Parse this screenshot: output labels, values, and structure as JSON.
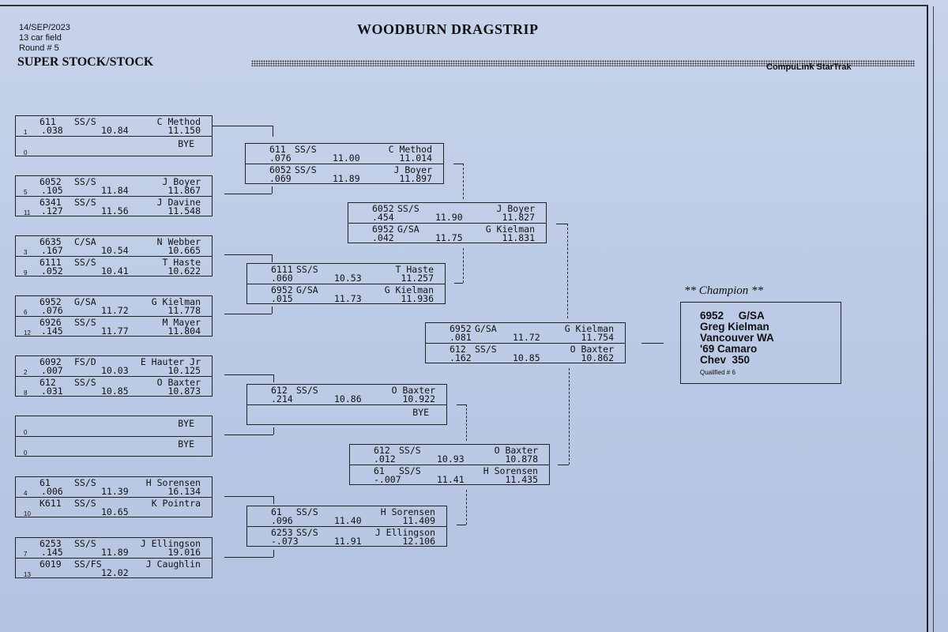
{
  "header": {
    "date": "14/SEP/2023",
    "field": "13 car field",
    "round": "Round # 5",
    "track": "WOODBURN DRAGSTRIP",
    "class_title": "SUPER STOCK/STOCK",
    "vendor": "CompuLink StarTrak"
  },
  "round1": [
    {
      "bye": false,
      "seed": "1",
      "num": "611",
      "cls": "SS/S",
      "driver": "C Method",
      "rt": ".038",
      "et": "10.84",
      "speed": "11.150"
    },
    {
      "bye": true,
      "seed": "0",
      "label": "BYE"
    },
    {
      "bye": false,
      "seed": "5",
      "num": "6052",
      "cls": "SS/S",
      "driver": "J Boyer",
      "rt": ".105",
      "et": "11.84",
      "speed": "11.867"
    },
    {
      "bye": false,
      "seed": "11",
      "num": "6341",
      "cls": "SS/S",
      "driver": "J Davine",
      "rt": ".127",
      "et": "11.56",
      "speed": "11.548"
    },
    {
      "bye": false,
      "seed": "3",
      "num": "6635",
      "cls": "C/SA",
      "driver": "N Webber",
      "rt": ".167",
      "et": "10.54",
      "speed": "10.665"
    },
    {
      "bye": false,
      "seed": "9",
      "num": "6111",
      "cls": "SS/S",
      "driver": "T Haste",
      "rt": ".052",
      "et": "10.41",
      "speed": "10.622"
    },
    {
      "bye": false,
      "seed": "6",
      "num": "6952",
      "cls": "G/SA",
      "driver": "G Kielman",
      "rt": ".076",
      "et": "11.72",
      "speed": "11.778"
    },
    {
      "bye": false,
      "seed": "12",
      "num": "6926",
      "cls": "SS/S",
      "driver": "M Mayer",
      "rt": ".145",
      "et": "11.77",
      "speed": "11.804"
    },
    {
      "bye": false,
      "seed": "2",
      "num": "6092",
      "cls": "FS/D",
      "driver": "E Hauter Jr",
      "rt": ".007",
      "et": "10.03",
      "speed": "10.125"
    },
    {
      "bye": false,
      "seed": "8",
      "num": "612",
      "cls": "SS/S",
      "driver": "O Baxter",
      "rt": ".031",
      "et": "10.85",
      "speed": "10.873"
    },
    {
      "bye": true,
      "seed": "0",
      "label": "BYE"
    },
    {
      "bye": true,
      "seed": "0",
      "label": "BYE"
    },
    {
      "bye": false,
      "seed": "4",
      "num": "61",
      "cls": "SS/S",
      "driver": "H Sorensen",
      "rt": ".006",
      "et": "11.39",
      "speed": "16.134"
    },
    {
      "bye": false,
      "seed": "10",
      "num": "K611",
      "cls": "SS/S",
      "driver": "K Pointra",
      "rt": "",
      "et": "10.65",
      "speed": ""
    },
    {
      "bye": false,
      "seed": "7",
      "num": "6253",
      "cls": "SS/S",
      "driver": "J Ellingson",
      "rt": ".145",
      "et": "11.89",
      "speed": "19.016"
    },
    {
      "bye": false,
      "seed": "13",
      "num": "6019",
      "cls": "SS/FS",
      "driver": "J Caughlin",
      "rt": "",
      "et": "12.02",
      "speed": ""
    }
  ],
  "round2": [
    {
      "bye": false,
      "num": "611",
      "cls": "SS/S",
      "driver": "C Method",
      "rt": ".076",
      "et": "11.00",
      "speed": "11.014"
    },
    {
      "bye": false,
      "num": "6052",
      "cls": "SS/S",
      "driver": "J Boyer",
      "rt": ".069",
      "et": "11.89",
      "speed": "11.897"
    },
    {
      "bye": false,
      "num": "6111",
      "cls": "SS/S",
      "driver": "T Haste",
      "rt": ".060",
      "et": "10.53",
      "speed": "11.257"
    },
    {
      "bye": false,
      "num": "6952",
      "cls": "G/SA",
      "driver": "G Kielman",
      "rt": ".015",
      "et": "11.73",
      "speed": "11.936"
    },
    {
      "bye": false,
      "num": "612",
      "cls": "SS/S",
      "driver": "O Baxter",
      "rt": ".214",
      "et": "10.86",
      "speed": "10.922"
    },
    {
      "bye": true,
      "label": "BYE"
    },
    {
      "bye": false,
      "num": "61",
      "cls": "SS/S",
      "driver": "H Sorensen",
      "rt": ".096",
      "et": "11.40",
      "speed": "11.409"
    },
    {
      "bye": false,
      "num": "6253",
      "cls": "SS/S",
      "driver": "J Ellingson",
      "rt": "-.073",
      "et": "11.91",
      "speed": "12.106"
    }
  ],
  "round3": [
    {
      "bye": false,
      "num": "6052",
      "cls": "SS/S",
      "driver": "J Boyer",
      "rt": ".454",
      "et": "11.90",
      "speed": "11.827"
    },
    {
      "bye": false,
      "num": "6952",
      "cls": "G/SA",
      "driver": "G Kielman",
      "rt": ".042",
      "et": "11.75",
      "speed": "11.831"
    },
    {
      "bye": false,
      "num": "612",
      "cls": "SS/S",
      "driver": "O Baxter",
      "rt": ".012",
      "et": "10.93",
      "speed": "10.878"
    },
    {
      "bye": false,
      "num": "61",
      "cls": "SS/S",
      "driver": "H Sorensen",
      "rt": "-.007",
      "et": "11.41",
      "speed": "11.435"
    }
  ],
  "final": [
    {
      "bye": false,
      "num": "6952",
      "cls": "G/SA",
      "driver": "G Kielman",
      "rt": ".081",
      "et": "11.72",
      "speed": "11.754"
    },
    {
      "bye": false,
      "num": "612",
      "cls": "SS/S",
      "driver": "O Baxter",
      "rt": ".162",
      "et": "10.85",
      "speed": "10.862"
    }
  ],
  "champion": {
    "label": "** Champion **",
    "car": "6952     G/SA",
    "name": "Greg Kielman",
    "city": "Vancouver WA",
    "car_model": "'69 Camaro",
    "engine": "Chev  350",
    "qualified": "Qualified # 6"
  }
}
